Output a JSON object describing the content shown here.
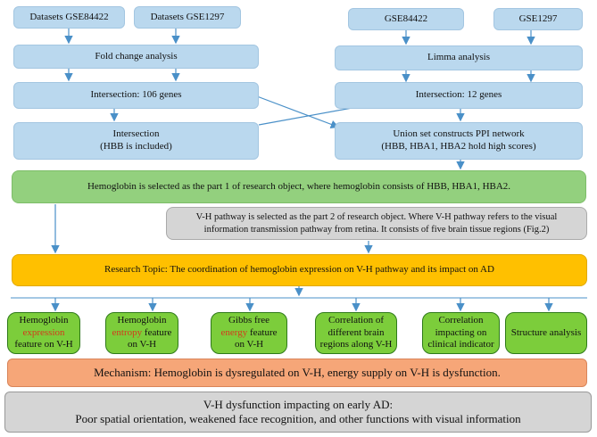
{
  "left_datasets": [
    "Datasets GSE84422",
    "Datasets GSE1297"
  ],
  "right_datasets": [
    "GSE84422",
    "GSE1297"
  ],
  "fold_change": "Fold change analysis",
  "limma": "Limma analysis",
  "intersection_left": "Intersection: 106 genes",
  "intersection_right": "Intersection: 12 genes",
  "intersection_hbb": {
    "line1": "Intersection",
    "line2": "(HBB is included)"
  },
  "union_ppi": {
    "line1": "Union set constructs PPI network",
    "line2": "(HBB, HBA1, HBA2 hold high scores)"
  },
  "hemoglobin_selected": "Hemoglobin is selected as the part 1 of  research object, where hemoglobin consists of HBB, HBA1, HBA2.",
  "vh_pathway": {
    "line1": "V-H pathway is selected as the part 2 of  research object. Where V-H pathway refers to the visual",
    "line2": "information transmission pathway from retina. It consists of five brain tissue regions (Fig.2)"
  },
  "research_topic": "Research Topic: The coordination of hemoglobin expression on V-H pathway and its impact on AD",
  "features": [
    {
      "pre": "Hemoglobin",
      "highlight": "expression",
      "post": "feature on V-H"
    },
    {
      "pre": "Hemoglobin",
      "highlight": "entropy",
      "post": "feature on V-H"
    },
    {
      "pre": "Gibbs free",
      "highlight": "energy",
      "post": "feature on V-H"
    },
    {
      "pre": "Correlation of",
      "highlight": "",
      "post": "different brain regions along V-H"
    },
    {
      "pre": "Correlation",
      "highlight": "",
      "post": "impacting on clinical indicator"
    },
    {
      "pre": "",
      "highlight": "",
      "post": "Structure analysis"
    }
  ],
  "feature_lines": [
    [
      "Hemoglobin",
      "expression",
      "feature on V-H"
    ],
    [
      "Hemoglobin",
      "entropy feature",
      "on V-H"
    ],
    [
      "Gibbs free",
      "energy feature",
      "on V-H"
    ],
    [
      "Correlation of",
      "different brain",
      "regions along V-H"
    ],
    [
      "Correlation",
      "impacting on",
      "clinical indicator"
    ],
    [
      "Structure analysis"
    ]
  ],
  "mechanism": "Mechanism: Hemoglobin is dysregulated on V-H, energy supply on V-H is dysfunction.",
  "conclusion": {
    "line1": "V-H dysfunction impacting on early AD:",
    "line2": "Poor spatial orientation, weakened face recognition, and other functions with visual information"
  },
  "colors": {
    "blue": "#bad8ee",
    "green": "#93d07e",
    "orange": "#ffc000",
    "feature_green": "#7ccd3b",
    "salmon": "#f6a678",
    "gray": "#d5d5d5",
    "arrow": "#4a90c8",
    "highlight_red": "#d23b1c"
  }
}
